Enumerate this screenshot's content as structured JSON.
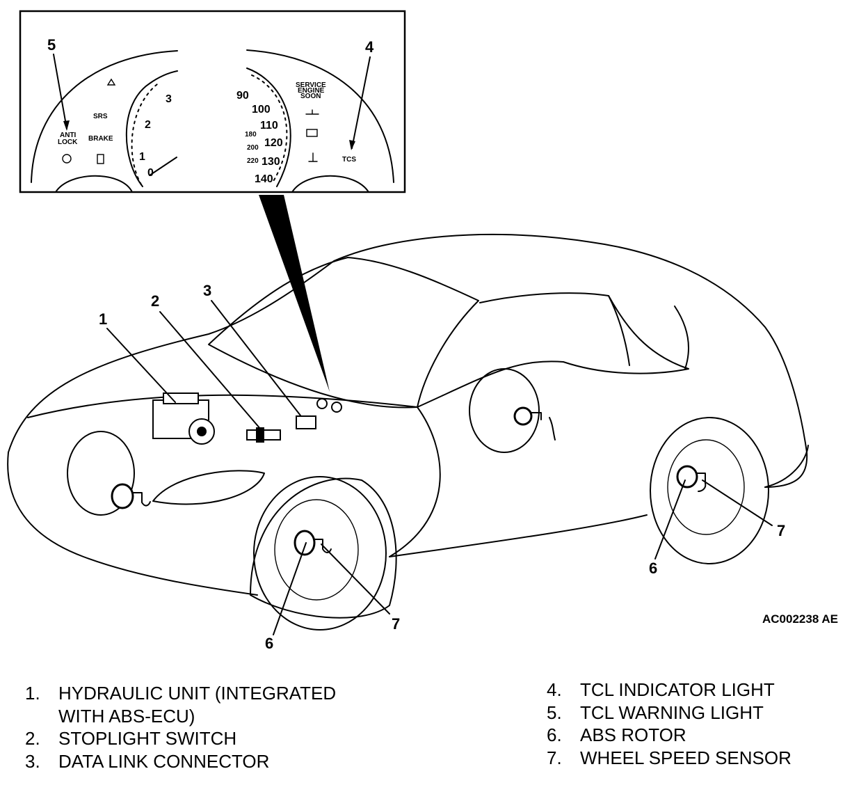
{
  "diagram": {
    "callouts": {
      "c1": "1",
      "c2": "2",
      "c3": "3",
      "c4": "4",
      "c5": "5",
      "c6a": "6",
      "c6b": "6",
      "c7a": "7",
      "c7b": "7"
    },
    "cluster": {
      "srs": "SRS",
      "brake": "BRAKE",
      "anti_lock_1": "ANTI",
      "anti_lock_2": "LOCK",
      "service_1": "SERVICE",
      "service_2": "ENGINE",
      "service_3": "SOON",
      "tcs": "TCS",
      "tach_ticks": [
        "1",
        "2",
        "3",
        "0"
      ],
      "speed_ticks": [
        "90",
        "100",
        "110",
        "120",
        "130",
        "140"
      ],
      "temp_ticks": [
        "180",
        "200",
        "220"
      ]
    },
    "figure_code": "AC002238 AE"
  },
  "legend": {
    "left": [
      {
        "num": "1.",
        "text": "HYDRAULIC UNIT (INTEGRATED WITH ABS-ECU)"
      },
      {
        "num": "2.",
        "text": "STOPLIGHT SWITCH"
      },
      {
        "num": "3.",
        "text": "DATA LINK CONNECTOR"
      }
    ],
    "right": [
      {
        "num": "4.",
        "text": "TCL INDICATOR LIGHT"
      },
      {
        "num": "5.",
        "text": "TCL WARNING LIGHT"
      },
      {
        "num": "6.",
        "text": "ABS ROTOR"
      },
      {
        "num": "7.",
        "text": "WHEEL SPEED SENSOR"
      }
    ]
  }
}
